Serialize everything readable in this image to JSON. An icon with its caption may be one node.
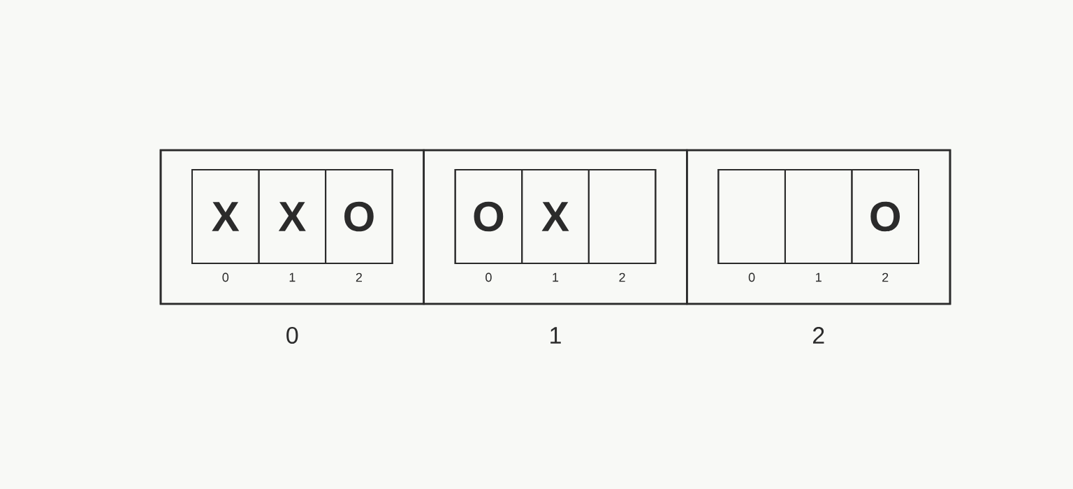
{
  "diagram": {
    "nodes": [
      {
        "text": [],
        "shape": "box"
      },
      {
        "text": [],
        "shape": "box",
        "in": 0,
        "beside": [
          "0"
        ]
      },
      {
        "text": [],
        "shape": "box",
        "in": 1
      },
      {
        "text": [
          "X"
        ],
        "in": 2,
        "beside": [
          "0"
        ]
      },
      {
        "text": [
          "X"
        ],
        "in": 2,
        "beside": [
          "1"
        ]
      },
      {
        "text": [
          "O"
        ],
        "in": 2,
        "beside": [
          "2"
        ]
      },
      {
        "text": [],
        "shape": "box",
        "in": 0,
        "beside": [
          "1"
        ]
      },
      {
        "text": [],
        "shape": "box",
        "in": 6
      },
      {
        "text": [
          "O"
        ],
        "in": 7,
        "beside": [
          "0"
        ]
      },
      {
        "text": [
          "X"
        ],
        "in": 7,
        "beside": [
          "1"
        ]
      },
      {
        "text": [],
        "shape": "box",
        "in": 7,
        "beside": [
          "2"
        ]
      },
      {
        "text": [],
        "shape": "box",
        "in": 0,
        "beside": [
          "2"
        ]
      },
      {
        "text": [],
        "shape": "box",
        "in": 11
      },
      {
        "text": [],
        "shape": "box",
        "in": 12,
        "beside": [
          "0"
        ]
      },
      {
        "text": [],
        "shape": "box",
        "in": 12,
        "beside": [
          "1"
        ]
      },
      {
        "text": [
          "O"
        ],
        "in": 12,
        "beside": [
          "2"
        ]
      }
    ]
  }
}
